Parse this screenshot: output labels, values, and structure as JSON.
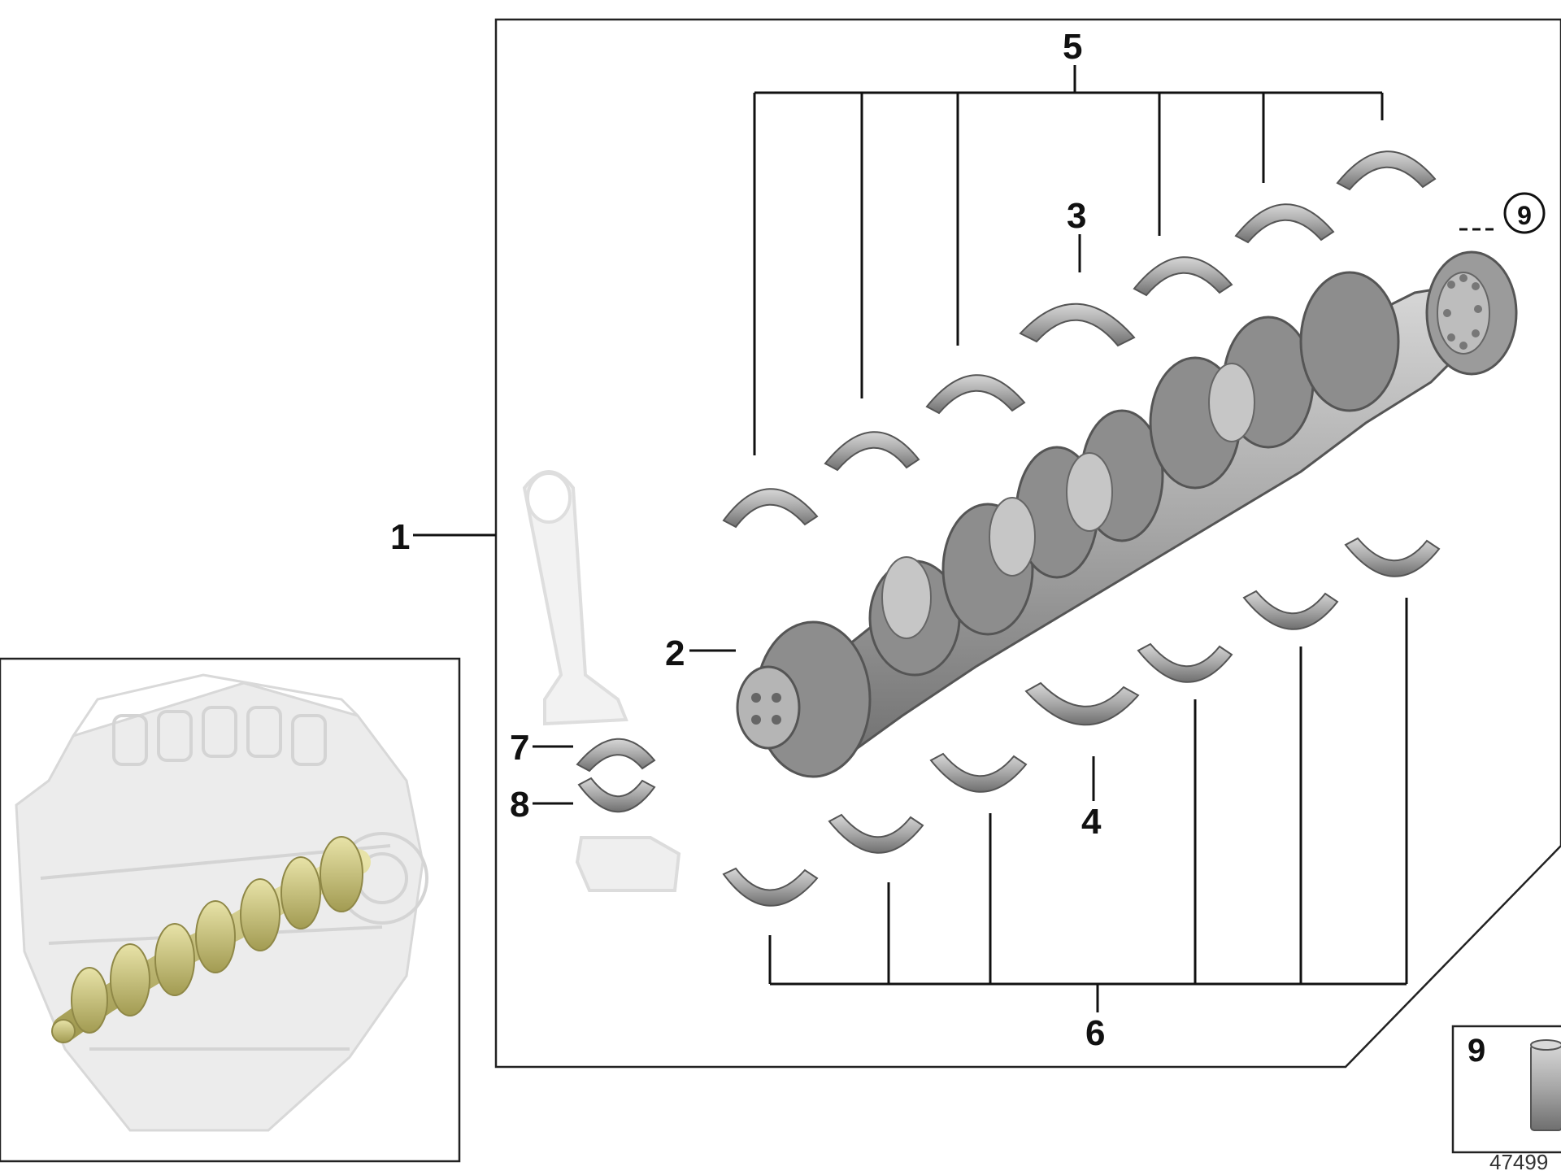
{
  "callouts": {
    "c1": "1",
    "c2": "2",
    "c3": "3",
    "c4": "4",
    "c5": "5",
    "c6": "6",
    "c7": "7",
    "c8": "8",
    "c9_ref": "9",
    "c9_inset": "9"
  },
  "diagram_number": "47499",
  "colors": {
    "part_gray": "#9a9a9a",
    "part_highlight": "#c8c27a",
    "ghost_engine": "#e6e6e6",
    "line": "#111111"
  }
}
